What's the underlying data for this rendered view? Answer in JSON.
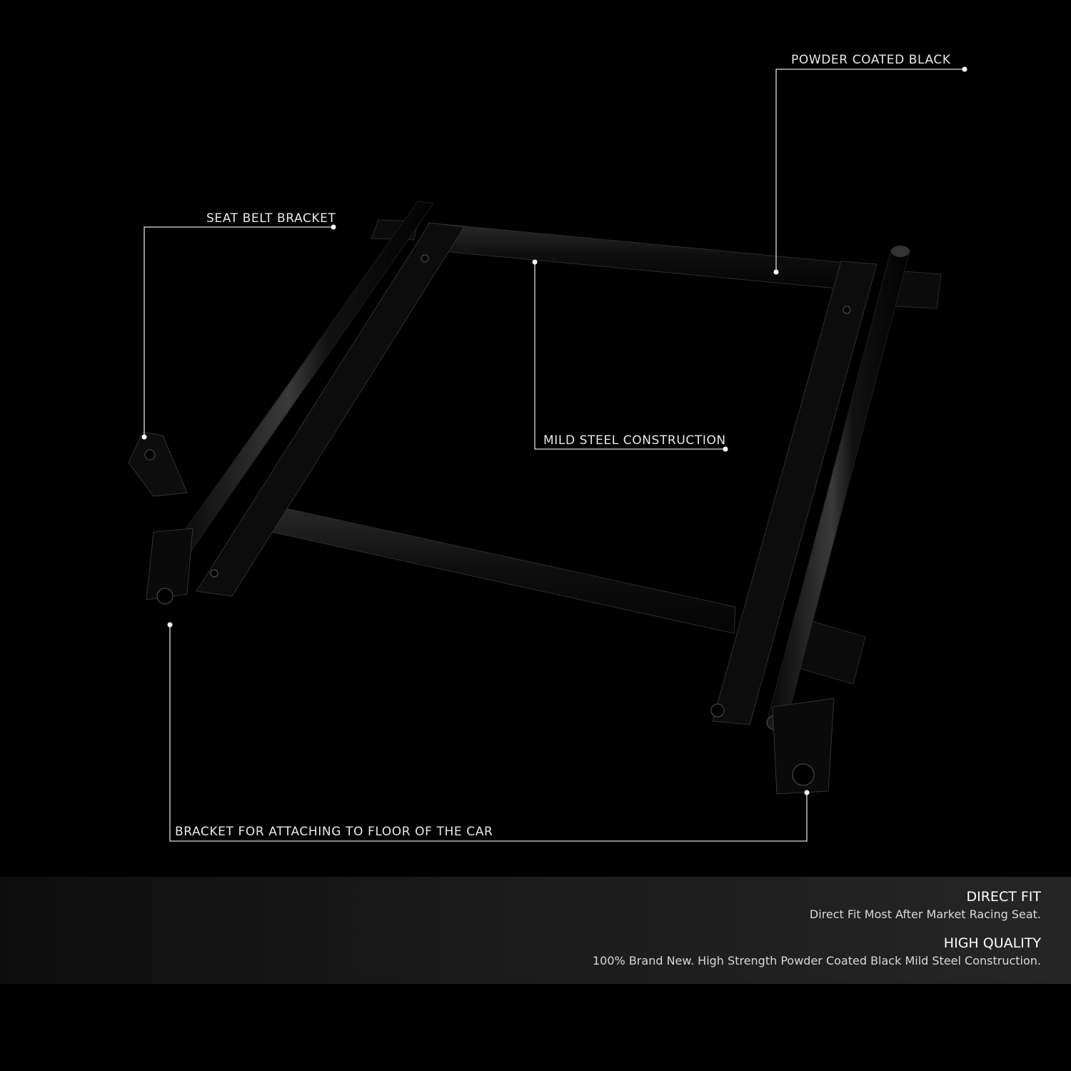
{
  "callouts": {
    "powder_coated": "POWDER COATED BLACK",
    "seat_belt": "SEAT BELT BRACKET",
    "mild_steel": "MILD STEEL CONSTRUCTION",
    "floor_bracket": "BRACKET FOR ATTACHING TO FLOOR OF THE CAR"
  },
  "features": [
    {
      "title": "DIRECT FIT",
      "description": "Direct Fit Most After Market Racing Seat."
    },
    {
      "title": "HIGH QUALITY",
      "description": "100% Brand New. High Strength Powder Coated Black Mild Steel Construction."
    }
  ],
  "colors": {
    "background": "#000000",
    "frame_steel": "#111111",
    "callout_line": "#dcdcdc"
  }
}
